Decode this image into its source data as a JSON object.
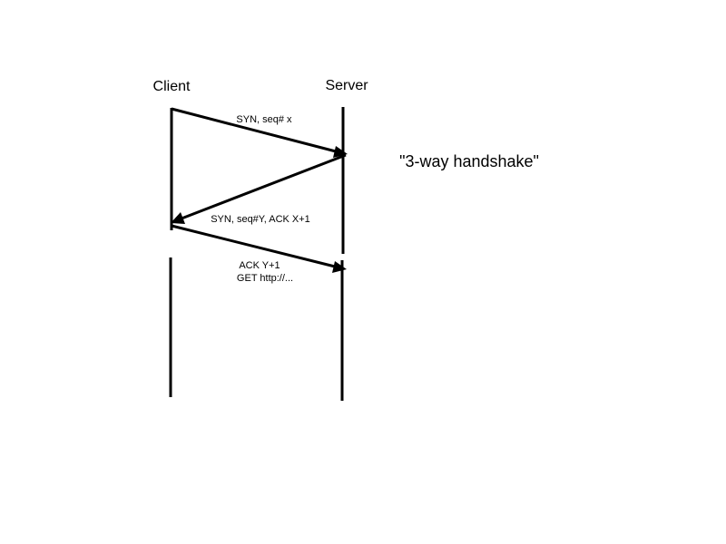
{
  "participants": {
    "client": "Client",
    "server": "Server"
  },
  "messages": [
    {
      "from": "client",
      "to": "server",
      "lines": [
        "SYN, seq# x"
      ]
    },
    {
      "from": "server",
      "to": "client",
      "lines": [
        "SYN, seq#Y, ACK X+1"
      ]
    },
    {
      "from": "client",
      "to": "server",
      "lines": [
        "ACK Y+1",
        "GET http://..."
      ]
    }
  ],
  "note": "\"3-way handshake\"",
  "colors": {
    "line": "#000000",
    "background": "#ffffff"
  }
}
